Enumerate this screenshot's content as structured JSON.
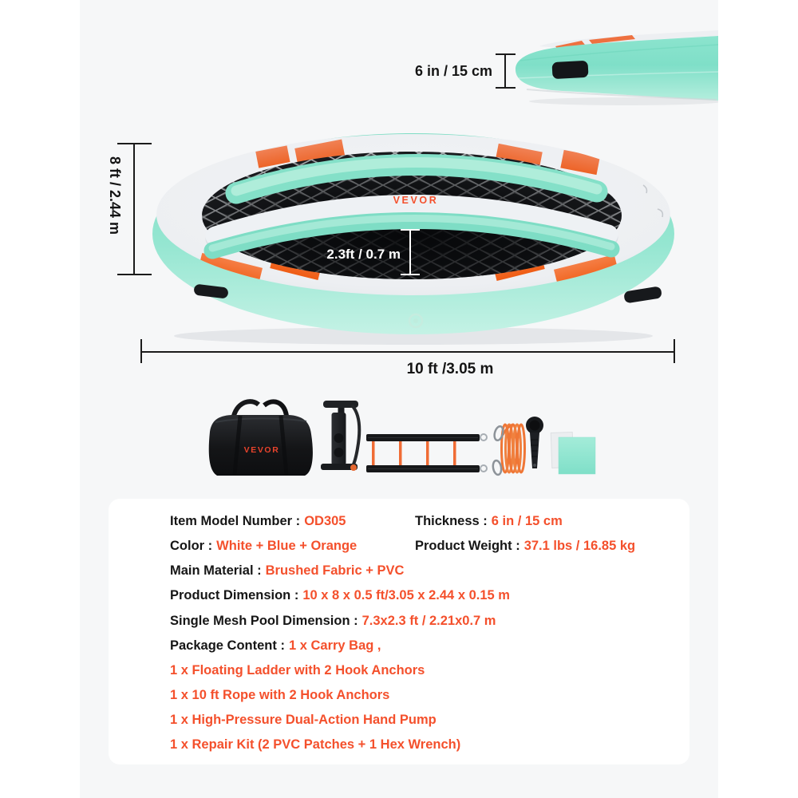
{
  "colors": {
    "accent_orange": "#F4502C",
    "mint_green": "#8CE2CD",
    "deck_white": "#EEF1F3",
    "mesh_black": "#1A1C1F",
    "content_background": "#F6F7F8",
    "card_background": "#FFFFFF",
    "dimension_text": "#141414"
  },
  "product_view": {
    "logo": "VEVOR",
    "mesh_pool_label": "2.3ft / 0.7 m"
  },
  "dimensions": {
    "thickness": "6 in / 15 cm",
    "height": "8 ft / 2.44 m",
    "width": "10 ft /3.05 m"
  },
  "accessories_row": {
    "bag_logo": "VEVOR",
    "items": [
      "carry-bag",
      "hand-pump",
      "floating-ladder",
      "rope-with-hook-anchors",
      "hex-wrench",
      "repair-patches"
    ]
  },
  "specs": {
    "left": [
      {
        "label": "Item Model Number :",
        "value": "OD305"
      },
      {
        "label": "Color :",
        "value": "White + Blue + Orange"
      },
      {
        "label": "Main Material :",
        "value": "Brushed Fabric + PVC"
      },
      {
        "label": "Product Dimension :",
        "value": "10 x 8 x 0.5 ft/3.05 x 2.44 x 0.15 m"
      },
      {
        "label": "Single Mesh Pool Dimension :",
        "value": "7.3x2.3 ft / 2.21x0.7 m"
      },
      {
        "label": "Package Content :",
        "value": "1 x Carry Bag ,"
      }
    ],
    "right": [
      {
        "label": "Thickness :",
        "value": "6 in / 15 cm"
      },
      {
        "label": "Product Weight :",
        "value": "37.1 lbs / 16.85 kg"
      }
    ],
    "package_content_lines": [
      "1 x Floating Ladder with 2 Hook Anchors",
      "1 x 10 ft Rope with 2 Hook Anchors",
      "1 x High-Pressure Dual-Action Hand Pump",
      "1 x Repair Kit (2 PVC Patches + 1 Hex Wrench)"
    ]
  }
}
